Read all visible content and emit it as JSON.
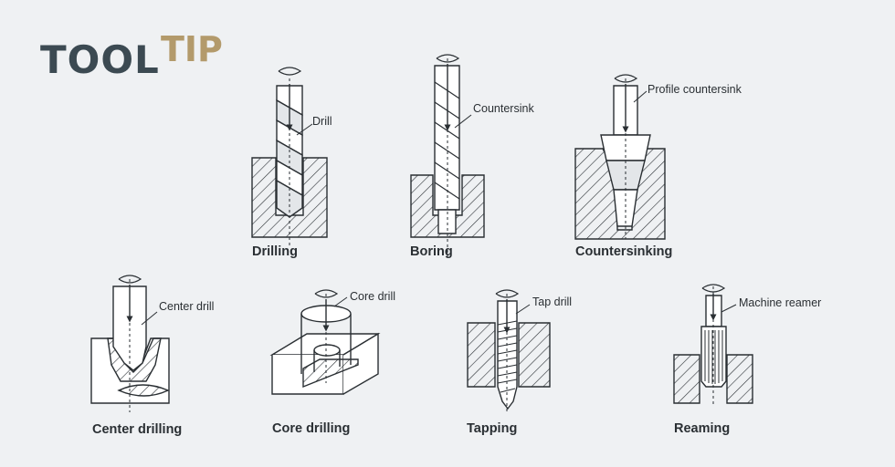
{
  "brand": {
    "part1": "TOOL",
    "part2": "TIP",
    "color_dark": "#3c4a52",
    "color_gold": "#b39a6b"
  },
  "diagrams": {
    "drilling": {
      "operation": "Drilling",
      "tool": "Drill"
    },
    "boring": {
      "operation": "Boring",
      "tool": "Countersink"
    },
    "countersinking": {
      "operation": "Countersinking",
      "tool": "Profile countersink"
    },
    "center": {
      "operation": "Center drilling",
      "tool": "Center drill"
    },
    "core": {
      "operation": "Core drilling",
      "tool": "Core drill"
    },
    "tapping": {
      "operation": "Tapping",
      "tool": "Tap drill"
    },
    "reaming": {
      "operation": "Reaming",
      "tool": "Machine reamer"
    }
  },
  "colors": {
    "background": "#eff1f3",
    "stroke": "#2a2f33"
  }
}
